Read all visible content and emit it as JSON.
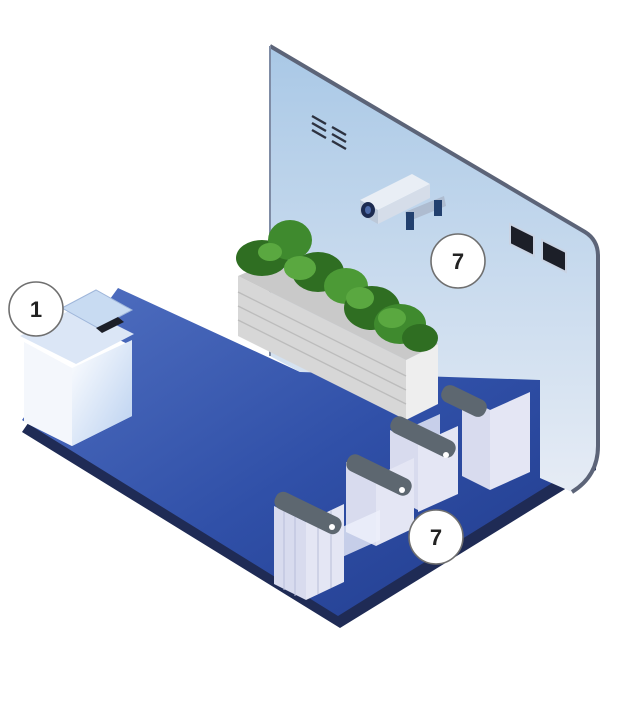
{
  "markers": [
    {
      "id": "kiosk",
      "label": "1"
    },
    {
      "id": "camera",
      "label": "7"
    },
    {
      "id": "turnstiles",
      "label": "7"
    }
  ],
  "colors": {
    "floor_dark": "#23408f",
    "floor_light": "#4f6fc0",
    "floor_edge": "#1f2b55",
    "wall_top": "#a9c8e6",
    "wall_bottom": "#e8eef6",
    "wall_edge": "#5c6478",
    "gate_panel": "#dcdff0",
    "gate_cap": "#5d6770",
    "planter": "#e9e9e9",
    "foliage": "#3f8a2e"
  }
}
